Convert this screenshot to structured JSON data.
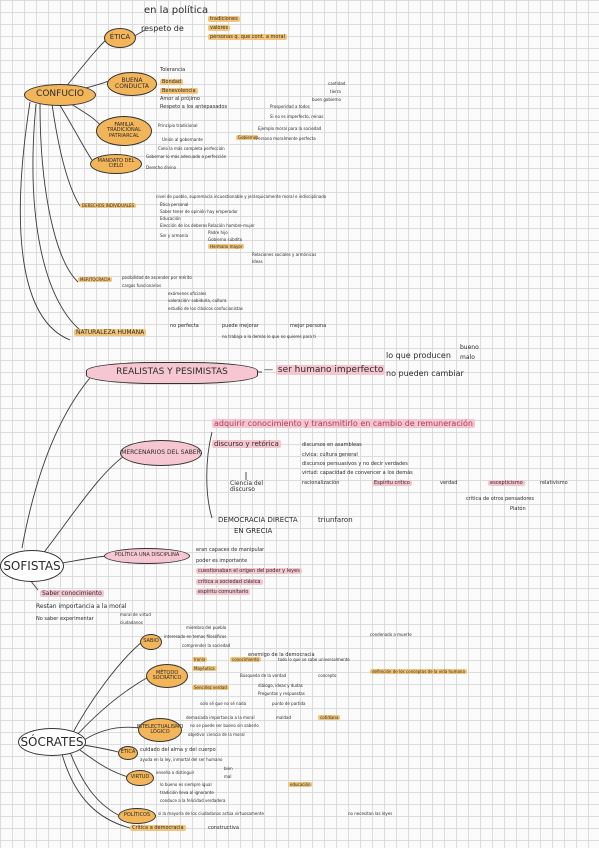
{
  "colors": {
    "orange": "#f3b55a",
    "pink": "#f6c7d2",
    "ink": "#2b2b2b",
    "accent": "#b23a5c",
    "grid": "#dcdcdc"
  },
  "confucio": {
    "title": "CONFUCIO",
    "etica": {
      "label": "ÉTICA",
      "en_la_politica": "en la política",
      "respeto_de": "respeto de",
      "items": [
        "tradiciones",
        "valores",
        "personas q. que cont. a moral"
      ]
    },
    "buena_conducta": {
      "label": "BUENA CONDUCTA",
      "items": [
        "Tolerancia",
        "Bondad",
        "Benevolencia",
        "Amor al prójimo",
        "Respeto a los antepasados"
      ]
    },
    "familia": {
      "label": "FAMILIA TRADICIONAL PATRIARCAL",
      "items": [
        "Principio tradicional",
        "Unión al gobernante",
        "Gobierno",
        "Cielo la más completa perfección"
      ],
      "right": [
        "Prosperidad a todos",
        "Si no es imperfecto, reinas",
        "Ejemplo moral para la sociedad",
        "Persona moralmente perfecta",
        "cantidad",
        "tierra",
        "buen gobierno"
      ]
    },
    "mandato": {
      "label": "MANDATO DEL CIELO",
      "items": [
        "Gobernar lo más adecuado a perfección",
        "Derecho divino"
      ]
    },
    "derechos": {
      "label": "DERECHOS INDIVIDUALES",
      "items": [
        "nivel de pueblo, supremacía incuestionable y jerárquicamente moral e indisciplinado",
        "Ética personal",
        "Saber tener de opinión hay emperador",
        "Educación",
        "Elección de los deberes",
        "Ser y armonía"
      ],
      "sub": [
        "Relación hombre-mujer",
        "Padre hijo",
        "Gobierno súbdito",
        "Hermano mayor",
        "Relaciones sociales y armónicas",
        "Ideas"
      ]
    },
    "meritocracia": {
      "label": "MERITOCRACIA",
      "items": [
        "posibilidad de ascender por mérito",
        "cargos funcionarios",
        "exámenes oficiales",
        "valoración: sabiduría, cultura",
        "estudio de los clásicos confucianistas"
      ]
    },
    "naturaleza": {
      "label": "NATURALEZA HUMANA",
      "items": [
        "no perfecta",
        "puede mejorar",
        "mejor persona",
        "no trabaja a lo demás lo que no quieres para ti"
      ]
    }
  },
  "realistas": {
    "label": "REALISTAS Y PESIMISTAS",
    "ser": "ser humano imperfecto",
    "a": "lo que producen",
    "b": "no pueden cambiar",
    "c": [
      "bueno",
      "malo"
    ]
  },
  "sofistas": {
    "title": "SOFISTAS",
    "mercenarios": {
      "label": "MERCENARIOS DEL SABER",
      "top": "adquirir conocimiento y transmitirlo en cambio de remuneración",
      "discurso": "discurso y retórica",
      "items": [
        "discursos en asambleas",
        "cívica: cultura general",
        "discursos persuasivos y no decir verdades",
        "virtud: capacidad de convencer a los demás"
      ],
      "ciencia": "Ciencia del discurso",
      "racionalizacion": "racionalización",
      "espiritu": "Espíritu crítico",
      "verdad": "verdad",
      "escepticismo": "escepticismo",
      "relativismo": "relativismo",
      "critica": "crítica de otros pensadores",
      "platon": "Platón",
      "democracia": "DEMOCRACIA DIRECTA",
      "triunfaron": "triunfaron",
      "grecia": "EN GRECIA"
    },
    "politica": {
      "label": "POLÍTICA UNA DISCIPLINA",
      "items": [
        "eran capaces de manipular",
        "poder es importante",
        "cuestionaban el origen del poder y leyes",
        "crítica a sociedad clásica",
        "espíritu comunitario"
      ]
    },
    "abajo": [
      "Saber conocimiento",
      "Restan importancia a la moral",
      "No saber experimentar",
      "moral de virtud",
      "ciudadanos"
    ]
  },
  "socrates": {
    "title": "SÓCRATES",
    "sabio": {
      "label": "SABIO",
      "items": [
        "miembro del pueblo",
        "interesado en temas filosóficos",
        "comprender la sociedad",
        "enemigo de la democracia",
        "condenado a muerte"
      ]
    },
    "metodo": {
      "label": "MÉTODO SOCRÁTICO",
      "items": [
        "Ironía",
        "conocimiento",
        "todo lo que se sabe universalmente",
        "Mayéutica",
        "Búsqueda de la verdad",
        "concepto",
        "definición de los conceptos de la vida humana",
        "Sencillez verdad",
        "diálogo, ideas y dudas",
        "Preguntas y respuestas",
        "solo sé que no sé nada",
        "punto de partida"
      ]
    },
    "intelectualismo": {
      "label": "INTELECTUALISMO LÓGICO",
      "items": [
        "demasiada importancia a la moral",
        "maldad",
        "cotidiana",
        "no se puede ser bueno sin saberlo",
        "objetivo: ciencia de la moral"
      ]
    },
    "etica": {
      "label": "ÉTICA",
      "items": [
        "cuidado del alma y del cuerpo",
        "ayuda en la ley, inmortal del ser humano"
      ]
    },
    "virtud": {
      "label": "VIRTUD",
      "items": [
        "enseña a distinguir",
        "bien",
        "mal",
        "lo bueno es siempre igual",
        "educación",
        "tradición lleva al ignorante",
        "conduce a la felicidad verdadera"
      ]
    },
    "politicos": {
      "label": "POLÍTICOS",
      "items": [
        "si la mayoría de los ciudadanos actúa virtuosamente",
        "no necesitan las leyes"
      ]
    },
    "critica": {
      "label": "Crítica a democracia",
      "sub": "constructiva"
    }
  }
}
